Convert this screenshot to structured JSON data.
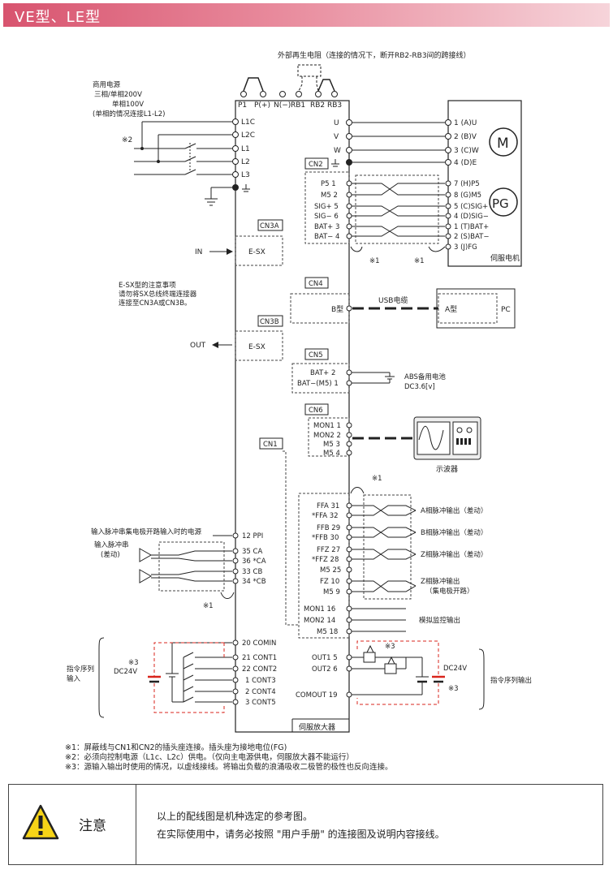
{
  "header": {
    "title": "VE型、LE型"
  },
  "diagram": {
    "regen_note": "外部再生电阻（连接的情况下，断开RB2-RB3间的跨接线）",
    "power_source": [
      "商用电源",
      "三相/单相200V",
      "单相100V",
      "(单相的情况连接L1-L2)"
    ],
    "top_terminals": [
      "P1",
      "P(+)",
      "N(−)",
      "RB1",
      "RB2",
      "RB3"
    ],
    "power_terminals": [
      "L1C",
      "L2C",
      "L1",
      "L2",
      "L3"
    ],
    "note2_mark": "※2",
    "motor_out_labels": [
      "U",
      "V",
      "W"
    ],
    "motor_pins": [
      "1 (A)U",
      "2 (B)V",
      "3 (C)W",
      "4 (D)E"
    ],
    "motor_symbol": "M",
    "encoder_symbol": "PG",
    "servo_motor_label": "伺服电机",
    "cn2": {
      "name": "CN2",
      "pins": [
        "P5   1",
        "M5   2",
        "SIG+  5",
        "SIG−  6",
        "BAT+  3",
        "BAT−  4"
      ],
      "enc_pins": [
        "7 (H)P5",
        "8 (G)M5",
        "5 (C)SIG+",
        "4 (D)SIG−",
        "1 (T)BAT+",
        "2 (S)BAT−",
        "3 (J)FG"
      ]
    },
    "shield_mark": "※1",
    "cn3a": {
      "name": "CN3A",
      "label": "E-SX",
      "io": "IN"
    },
    "esx_notes": [
      "E-SX型的注意事项",
      "请勿将SX总线终端连接器",
      "连接至CN3A或CN3B。"
    ],
    "cn3b": {
      "name": "CN3B",
      "label": "E-SX",
      "io": "OUT"
    },
    "cn4": {
      "name": "CN4",
      "type": "B型",
      "cable": "USB电缆",
      "pc_type": "A型",
      "pc": "PC"
    },
    "cn5": {
      "name": "CN5",
      "pins": [
        "BAT+  2",
        "BAT−(M5)  1"
      ],
      "battery": [
        "ABS备用电池",
        "DC3.6[v]"
      ]
    },
    "cn6": {
      "name": "CN6",
      "pins": [
        "MON1 1",
        "MON2 2",
        "M5 3",
        "M5 4"
      ],
      "scope": "示波器"
    },
    "cn1": {
      "name": "CN1",
      "pulse_power": "输入脉冲串集电极开路输入时的电源",
      "pulse_in": [
        "输入脉冲串",
        "(差动)"
      ],
      "left_pins": [
        "12  PPI",
        "35  CA",
        "36  *CA",
        "33  CB",
        "34  *CB"
      ],
      "right_pins": [
        "FFA  31",
        "*FFA  32",
        "FFB  29",
        "*FFB  30",
        "FFZ  27",
        "*FFZ  28",
        "M5  25",
        "FZ  10",
        "M5  9"
      ],
      "outputs": [
        "A相脉冲输出（差动）",
        "B相脉冲输出（差动）",
        "Z相脉冲输出（差动）",
        "Z相脉冲输出",
        "（集电极开路）"
      ],
      "mon_pins": [
        "MON1  16",
        "MON2  14",
        "M5  18"
      ],
      "mon_label": "模拟监控输出",
      "seq_in_pins": [
        "20  COMIN",
        "21  CONT1",
        "22  CONT2",
        "1  CONT3",
        "2  CONT4",
        "3  CONT5"
      ],
      "seq_in_label": [
        "指令序列",
        "输入"
      ],
      "dc24": "DC24V",
      "note3_mark": "※3",
      "seq_out_pins": [
        "OUT1  5",
        "OUT2  6",
        "COMOUT  19"
      ],
      "seq_out_label": "指令序列输出"
    },
    "amp_label": "伺服放大器"
  },
  "notes": [
    "※1：屏蔽线与CN1和CN2的插头座连接。插头座为接地电位(FG)",
    "※2：必须向控制电源（L1c、L2c）供电。（仅向主电源供电，伺服放大器不能运行）",
    "※3：源输入输出时使用的情况，以虚线接线。将输出负载的浪涌吸收二极管的极性也反向连接。"
  ],
  "caution": {
    "title": "注意",
    "lines": [
      "以上的配线图是机种选定的参考图。",
      "在实际使用中，请务必按照 \"用户手册\" 的连接图及说明内容接线。"
    ]
  },
  "colors": {
    "header": "#d8546f",
    "red_dash": "#d9241c",
    "warning_yellow": "#f7d417"
  }
}
